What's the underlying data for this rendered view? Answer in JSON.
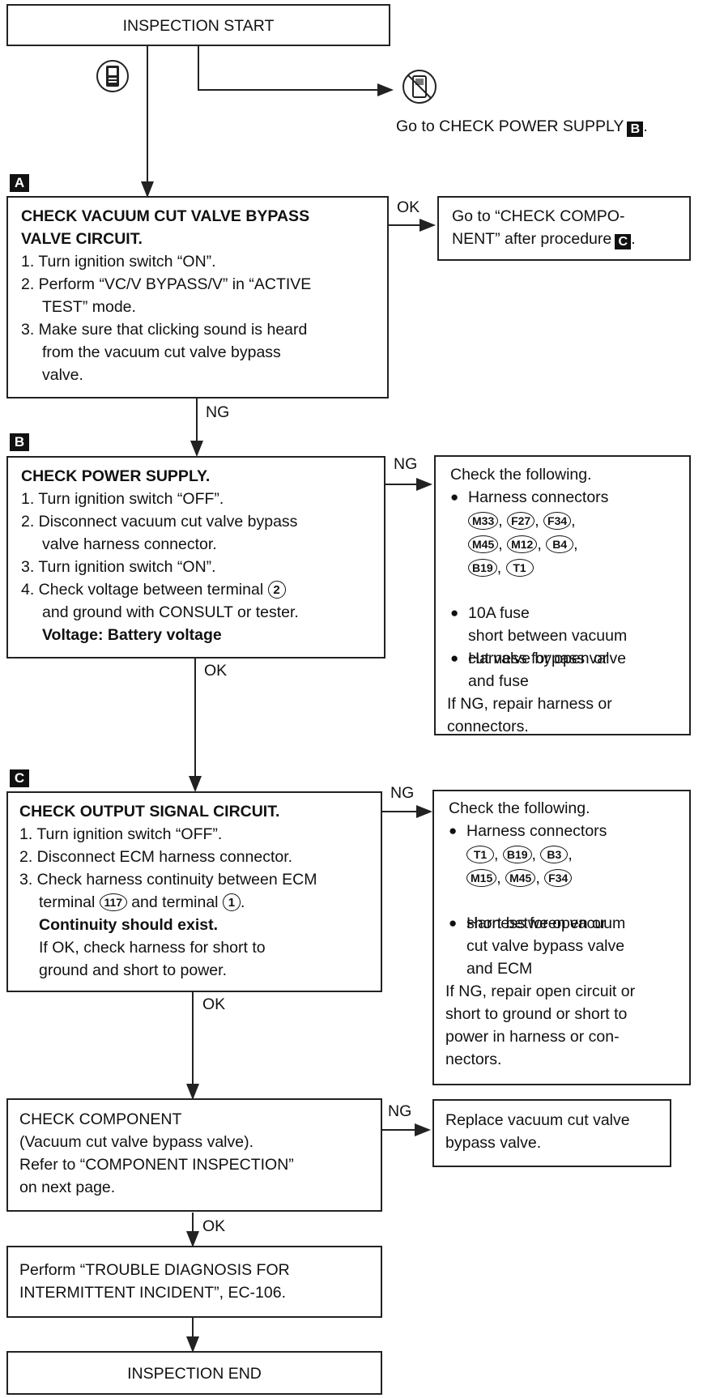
{
  "start": {
    "label": "INSPECTION START"
  },
  "branch_to_b": {
    "text": "Go to CHECK POWER SUPPLY",
    "badge": "B"
  },
  "step_a": {
    "badge": "A",
    "title_1": "CHECK VACUUM CUT VALVE BYPASS",
    "title_2": "VALVE CIRCUIT.",
    "lines": [
      "1. Turn ignition switch “ON”.",
      "2. Perform “VC/V BYPASS/V” in “ACTIVE",
      "TEST” mode.",
      "3. Make sure that clicking sound is heard",
      "from the vacuum cut valve bypass",
      "valve."
    ],
    "ok_label": "OK",
    "ng_label": "NG",
    "ok_box": {
      "line_1": "Go to “CHECK COMPO-",
      "line_2": "NENT” after procedure",
      "badge": "C"
    }
  },
  "step_b": {
    "badge": "B",
    "title": "CHECK POWER SUPPLY.",
    "lines": [
      "1. Turn ignition switch “OFF”.",
      "2. Disconnect vacuum cut valve bypass",
      "valve harness connector.",
      "3. Turn ignition switch “ON”.",
      "4. Check voltage between terminal",
      "and ground with CONSULT or tester."
    ],
    "terminal": "2",
    "result": "Voltage: Battery voltage",
    "ng_label": "NG",
    "ok_label": "OK",
    "ng_box": {
      "header": "Check the following.",
      "item_1": "Harness connectors",
      "connectors": [
        "M33",
        "F27",
        "F34",
        "M45",
        "M12",
        "B4",
        "B19",
        "T1"
      ],
      "item_2": "10A fuse",
      "item_3_lines": [
        "Harness for open or",
        "short between vacuum",
        "cut valve bypass valve",
        "and fuse"
      ],
      "footer_lines": [
        "If NG, repair harness or",
        "connectors."
      ]
    }
  },
  "step_c": {
    "badge": "C",
    "title": "CHECK OUTPUT SIGNAL CIRCUIT.",
    "lines": [
      "1. Turn ignition switch “OFF”.",
      "2. Disconnect ECM harness connector.",
      "3. Check harness continuity between ECM"
    ],
    "terminal_word_1": "terminal",
    "terminal_ecm": "117",
    "and_terminal": "and terminal",
    "terminal_valve": "1",
    "result": "Continuity should exist.",
    "note_lines": [
      "If OK, check harness for short to",
      "ground and short to power."
    ],
    "ng_label": "NG",
    "ok_label": "OK",
    "ng_box": {
      "header": "Check the following.",
      "item_1": "Harness connectors",
      "connectors": [
        "T1",
        "B19",
        "B3",
        "M15",
        "M45",
        "F34"
      ],
      "item_2_lines": [
        "Harness for open or",
        "short between vacuum",
        "cut valve bypass valve",
        "and ECM"
      ],
      "footer_lines": [
        "If NG, repair open circuit or",
        "short to ground or short to",
        "power in harness or con-",
        "nectors."
      ]
    }
  },
  "component": {
    "lines": [
      "CHECK COMPONENT",
      "(Vacuum cut valve bypass valve).",
      "Refer to “COMPONENT INSPECTION”",
      "on next page."
    ],
    "ng_label": "NG",
    "ok_label": "OK",
    "ng_box_lines": [
      "Replace vacuum cut valve",
      "bypass valve."
    ]
  },
  "trouble": {
    "lines": [
      "Perform “TROUBLE DIAGNOSIS FOR",
      "INTERMITTENT INCIDENT”, EC-106."
    ]
  },
  "end": {
    "label": "INSPECTION END"
  }
}
